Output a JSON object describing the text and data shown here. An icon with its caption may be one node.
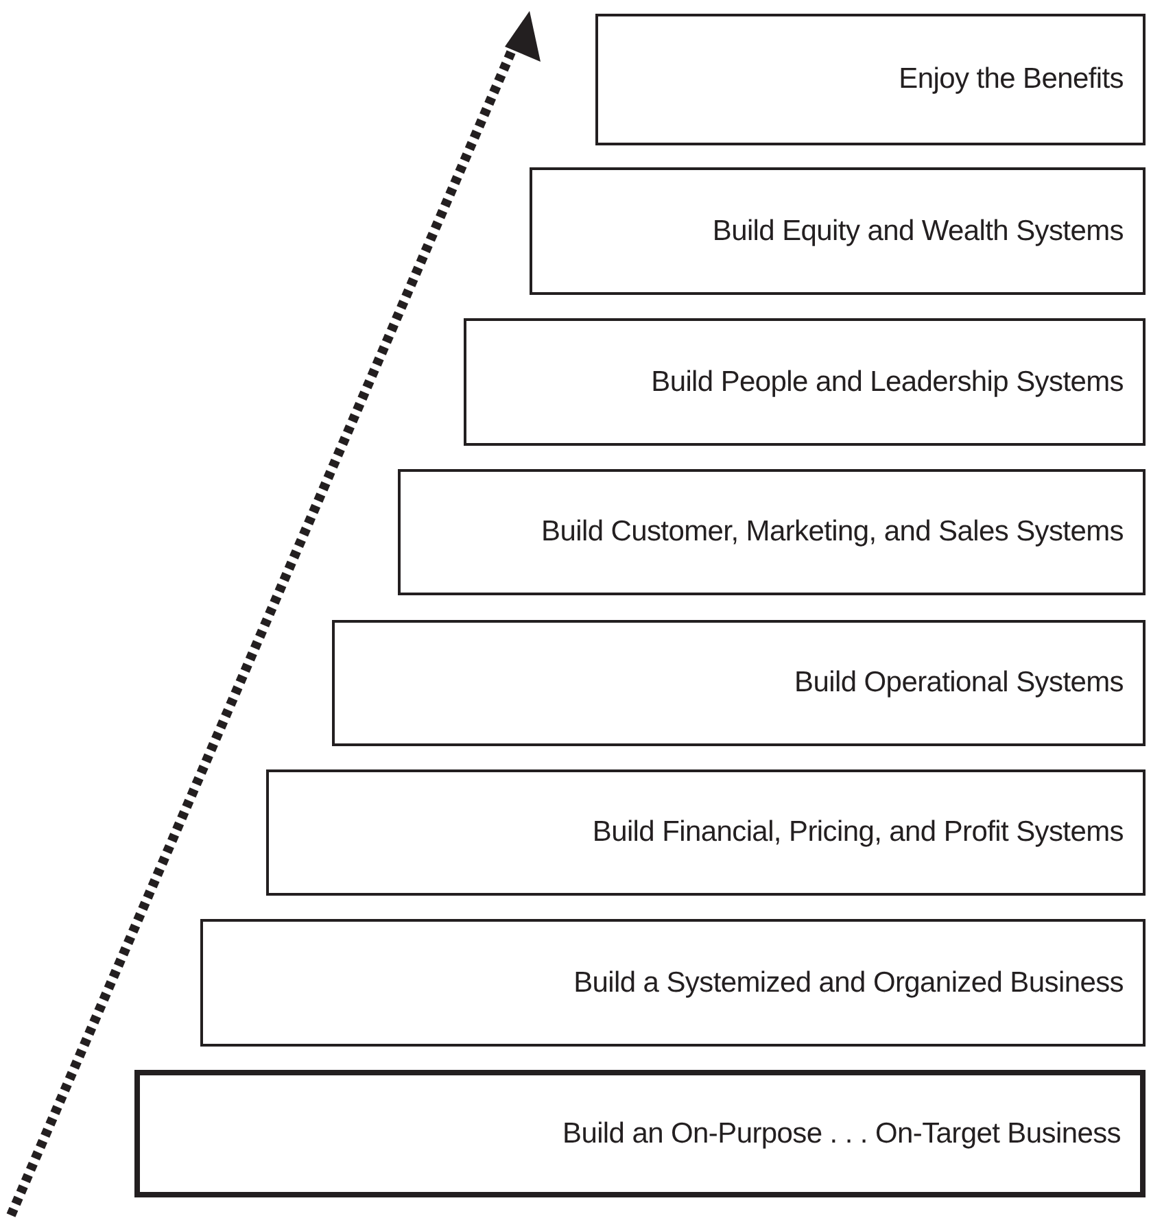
{
  "diagram": {
    "nodes": [
      {
        "text": [
          "Enjoy the Benefits"
        ]
      },
      {
        "text": [
          "Build Equity and Wealth Systems"
        ]
      },
      {
        "text": [
          "Build People and Leadership Systems"
        ]
      },
      {
        "text": [
          "Build Customer, Marketing, and Sales Systems"
        ]
      },
      {
        "text": [
          "Build Operational Systems"
        ]
      },
      {
        "text": [
          "Build Financial, Pricing, and Profit Systems"
        ]
      },
      {
        "text": [
          "Build a Systemized and Organized Business"
        ]
      },
      {
        "text": [
          "Build an On-Purpose . . . On-Target Business"
        ]
      }
    ]
  }
}
